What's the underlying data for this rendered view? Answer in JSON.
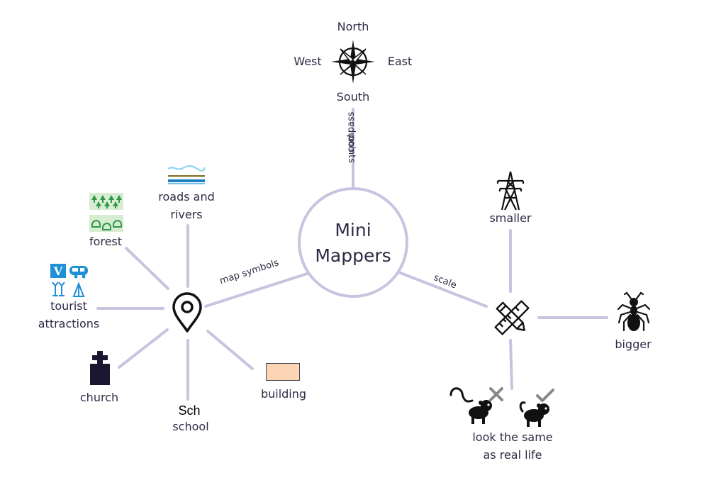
{
  "center": {
    "line1": "Mini",
    "line2": "Mappers"
  },
  "compass": {
    "north": "North",
    "south": "South",
    "east": "East",
    "west": "West"
  },
  "edges": {
    "compass_1": "compass",
    "compass_2": "points",
    "map_symbols": "map symbols",
    "scale": "scale"
  },
  "symbols": {
    "roads_line1": "roads and",
    "roads_line2": "rivers",
    "forest": "forest",
    "tourist_line1": "tourist",
    "tourist_line2": "attractions",
    "church": "church",
    "school_abbrev": "Sch",
    "school": "school",
    "building": "building"
  },
  "scale": {
    "smaller": "smaller",
    "bigger": "bigger",
    "same_line1": "look the same",
    "same_line2": "as real life"
  },
  "colors": {
    "connector": "#c8c4e0",
    "text": "#2f2a45",
    "forest_bg": "#d7ecd2",
    "forest_tree": "#2e9a47",
    "tourist_blue": "#1f8fd6",
    "building_fill": "#fcd5b4",
    "church_fill": "#1c1730",
    "cross": "#888888",
    "check": "#888888"
  }
}
